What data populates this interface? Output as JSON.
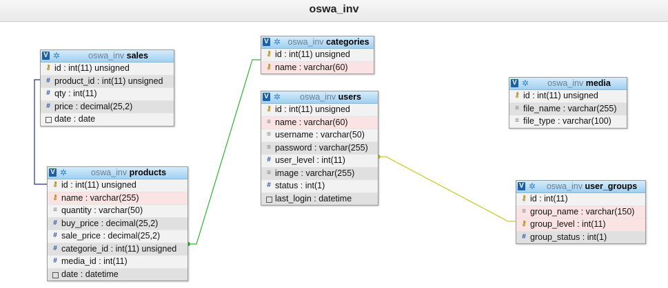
{
  "title": "oswa_inv",
  "tables": {
    "sales": {
      "db": "oswa_inv",
      "name": "sales",
      "columns": [
        {
          "icon": "key-icon",
          "label": "id : int(11) unsigned"
        },
        {
          "icon": "number-icon",
          "label": "product_id : int(11) unsigned"
        },
        {
          "icon": "number-icon",
          "label": "qty : int(11)"
        },
        {
          "icon": "number-icon",
          "label": "price : decimal(25,2)"
        },
        {
          "icon": "date-icon",
          "label": "date : date"
        }
      ]
    },
    "products": {
      "db": "oswa_inv",
      "name": "products",
      "columns": [
        {
          "icon": "key-icon",
          "label": "id : int(11) unsigned"
        },
        {
          "icon": "key-icon",
          "label": "name : varchar(255)"
        },
        {
          "icon": "string-icon",
          "label": "quantity : varchar(50)"
        },
        {
          "icon": "number-icon",
          "label": "buy_price : decimal(25,2)"
        },
        {
          "icon": "number-icon",
          "label": "sale_price : decimal(25,2)"
        },
        {
          "icon": "number-icon",
          "label": "categorie_id : int(11) unsigned"
        },
        {
          "icon": "number-icon",
          "label": "media_id : int(11)"
        },
        {
          "icon": "date-icon",
          "label": "date : datetime"
        }
      ]
    },
    "categories": {
      "db": "oswa_inv",
      "name": "categories",
      "columns": [
        {
          "icon": "key-icon",
          "label": "id : int(11) unsigned"
        },
        {
          "icon": "key-icon",
          "label": "name : varchar(60)"
        }
      ]
    },
    "users": {
      "db": "oswa_inv",
      "name": "users",
      "columns": [
        {
          "icon": "key-icon",
          "label": "id : int(11) unsigned"
        },
        {
          "icon": "string-icon",
          "label": "name : varchar(60)"
        },
        {
          "icon": "string-icon",
          "label": "username : varchar(50)"
        },
        {
          "icon": "string-icon",
          "label": "password : varchar(255)"
        },
        {
          "icon": "number-icon",
          "label": "user_level : int(11)"
        },
        {
          "icon": "string-icon",
          "label": "image : varchar(255)"
        },
        {
          "icon": "number-icon",
          "label": "status : int(1)"
        },
        {
          "icon": "date-icon",
          "label": "last_login : datetime"
        }
      ]
    },
    "media": {
      "db": "oswa_inv",
      "name": "media",
      "columns": [
        {
          "icon": "key-icon",
          "label": "id : int(11) unsigned"
        },
        {
          "icon": "string-icon",
          "label": "file_name : varchar(255)"
        },
        {
          "icon": "string-icon",
          "label": "file_type : varchar(100)"
        }
      ]
    },
    "user_groups": {
      "db": "oswa_inv",
      "name": "user_groups",
      "columns": [
        {
          "icon": "key-icon",
          "label": "id : int(11)"
        },
        {
          "icon": "string-icon",
          "label": "group_name : varchar(150)"
        },
        {
          "icon": "key-icon",
          "label": "group_level : int(11)"
        },
        {
          "icon": "number-icon",
          "label": "group_status : int(1)"
        }
      ]
    }
  },
  "relations": [
    {
      "from": "sales.product_id",
      "to": "products.id",
      "color": "#1a2fa0"
    },
    {
      "from": "products.categorie_id",
      "to": "categories.id",
      "color": "#2bb52b"
    },
    {
      "from": "users.user_level",
      "to": "user_groups.group_level",
      "color": "#c8c81e"
    }
  ],
  "colors": {
    "header": "#9fd0f1",
    "key": "#b08a14",
    "pink_row": "#fbe3e3"
  }
}
